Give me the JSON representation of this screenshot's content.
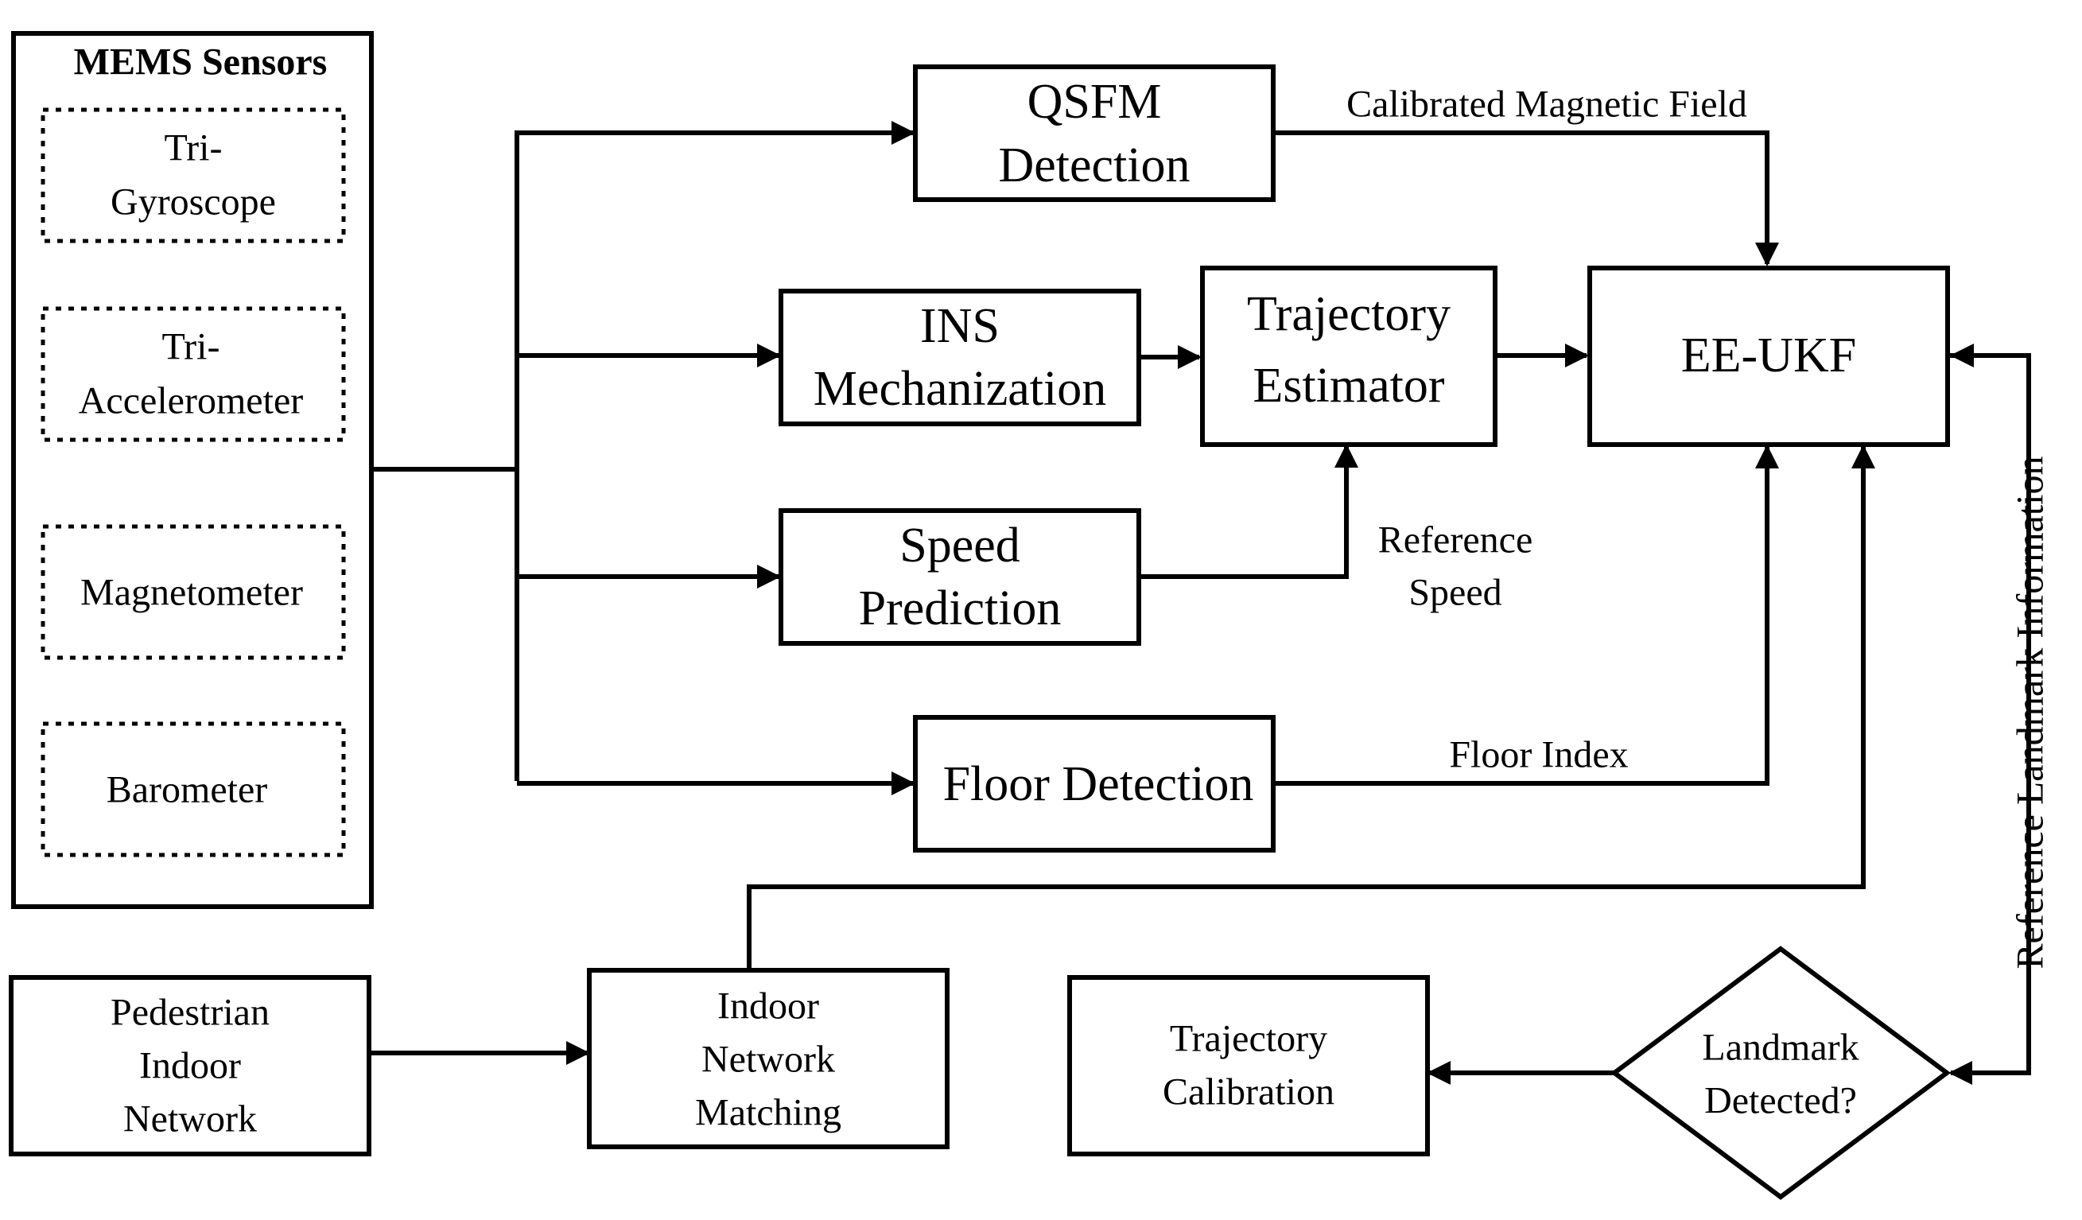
{
  "sensors": {
    "title": "MEMS Sensors",
    "gyroscope": [
      "Tri-",
      "Gyroscope"
    ],
    "accelerometer": [
      "Tri-",
      "Accelerometer"
    ],
    "magnetometer": "Magnetometer",
    "barometer": "Barometer"
  },
  "blocks": {
    "qsfm": [
      "QSFM",
      "Detection"
    ],
    "ins": [
      "INS",
      "Mechanization"
    ],
    "speed": [
      "Speed",
      "Prediction"
    ],
    "floor": "Floor Detection",
    "trajectory_estimator": [
      "Trajectory",
      "Estimator"
    ],
    "ee_ukf": "EE-UKF",
    "pedestrian_network": [
      "Pedestrian",
      "Indoor",
      "Network"
    ],
    "network_matching": [
      "Indoor",
      "Network",
      "Matching"
    ],
    "trajectory_calibration": [
      "Trajectory",
      "Calibration"
    ],
    "landmark_decision": [
      "Landmark",
      "Detected?"
    ]
  },
  "labels": {
    "calibrated_magnetic_field": "Calibrated Magnetic Field",
    "reference_speed": [
      "Reference",
      "Speed"
    ],
    "floor_index": "Floor Index",
    "reference_landmark_information": "Reference Landmark Information"
  }
}
